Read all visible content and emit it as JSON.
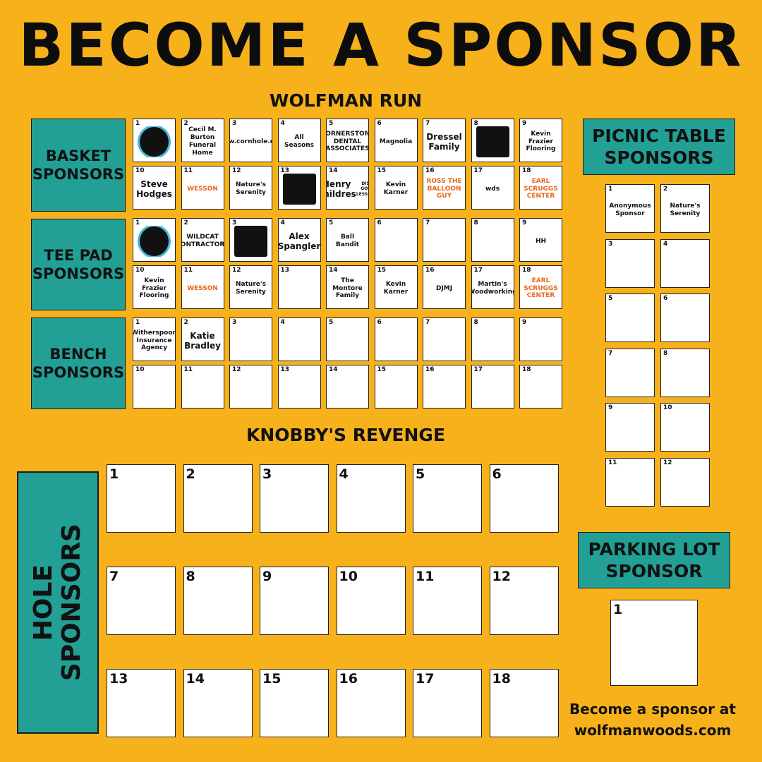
{
  "header": {
    "title": "BECOME A SPONSOR"
  },
  "wolfman": {
    "title": "WOLFMAN RUN",
    "basket": {
      "label_line1": "BASKET",
      "label_line2": "SPONSORS",
      "cells": [
        {
          "n": "1",
          "logo": "tiger-circle-logo"
        },
        {
          "n": "2",
          "text": "Cecil M. Burton Funeral Home",
          "logo": "funeral-home-logo"
        },
        {
          "n": "3",
          "text": "www.cornhole.com",
          "logo": "cornhole-logo"
        },
        {
          "n": "4",
          "text": "All Seasons",
          "logo": "all-seasons-logo"
        },
        {
          "n": "5",
          "text": "CORNERSTONE DENTAL ASSOCIATES",
          "logo": "cornerstone-logo"
        },
        {
          "n": "6",
          "text": "Magnolia",
          "logo": "magnolia-logo"
        },
        {
          "n": "7",
          "text": "Dressel Family"
        },
        {
          "n": "8",
          "logo": "truck-logo"
        },
        {
          "n": "9",
          "text": "Kevin Frazier Flooring"
        },
        {
          "n": "10",
          "text": "Steve Hodges"
        },
        {
          "n": "11",
          "text": "WESSON",
          "logo": "wesson-logo"
        },
        {
          "n": "12",
          "text": "Nature's Serenity",
          "logo": "natures-serenity-logo"
        },
        {
          "n": "13",
          "logo": "coffee-logo"
        },
        {
          "n": "14",
          "text": "Henry Childres",
          "sub": "DISC GOLF LESSONS"
        },
        {
          "n": "15",
          "text": "Kevin Karner",
          "logo": "mmc-logo"
        },
        {
          "n": "16",
          "text": "ROSS THE BALLOON GUY",
          "logo": "balloon-logo"
        },
        {
          "n": "17",
          "text": "wds",
          "logo": "wds-logo"
        },
        {
          "n": "18",
          "text": "EARL SCRUGGS CENTER",
          "logo": "earl-scruggs-logo"
        }
      ]
    },
    "teepad": {
      "label_line1": "TEE PAD",
      "label_line2": "SPONSORS",
      "cells": [
        {
          "n": "1",
          "logo": "tiger-circle-logo"
        },
        {
          "n": "2",
          "text": "WILDCAT CONTRACTORS",
          "logo": "wildcat-logo"
        },
        {
          "n": "3",
          "logo": "dark-logo"
        },
        {
          "n": "4",
          "text": "Alex Spangler"
        },
        {
          "n": "5",
          "text": "Ball Bandit",
          "logo": "ball-bandit-logo"
        },
        {
          "n": "6"
        },
        {
          "n": "7"
        },
        {
          "n": "8"
        },
        {
          "n": "9",
          "text": "HH",
          "logo": "hh-logo"
        },
        {
          "n": "10",
          "text": "Kevin Frazier Flooring"
        },
        {
          "n": "11",
          "text": "WESSON",
          "logo": "wesson-logo"
        },
        {
          "n": "12",
          "text": "Nature's Serenity",
          "logo": "natures-serenity-logo"
        },
        {
          "n": "13"
        },
        {
          "n": "14",
          "text": "The Montore Family"
        },
        {
          "n": "15",
          "text": "Kevin Karner",
          "logo": "mmc-logo"
        },
        {
          "n": "16",
          "text": "DJMJ",
          "logo": "djmj-logo"
        },
        {
          "n": "17",
          "text": "Martin's Woodworking"
        },
        {
          "n": "18",
          "text": "EARL SCRUGGS CENTER",
          "logo": "earl-scruggs-logo"
        }
      ]
    },
    "bench": {
      "label_line1": "BENCH",
      "label_line2": "SPONSORS",
      "cells": [
        {
          "n": "1",
          "text": "Witherspoon Insurance Agency"
        },
        {
          "n": "2",
          "text": "Katie Bradley"
        },
        {
          "n": "3"
        },
        {
          "n": "4"
        },
        {
          "n": "5"
        },
        {
          "n": "6"
        },
        {
          "n": "7"
        },
        {
          "n": "8"
        },
        {
          "n": "9"
        },
        {
          "n": "10"
        },
        {
          "n": "11"
        },
        {
          "n": "12"
        },
        {
          "n": "13"
        },
        {
          "n": "14"
        },
        {
          "n": "15"
        },
        {
          "n": "16"
        },
        {
          "n": "17"
        },
        {
          "n": "18"
        }
      ]
    }
  },
  "picnic": {
    "label_line1": "PICNIC TABLE",
    "label_line2": "SPONSORS",
    "cells": [
      {
        "n": "1",
        "text": "Anonymous Sponsor"
      },
      {
        "n": "2",
        "text": "Nature's Serenity",
        "logo": "natures-serenity-logo"
      },
      {
        "n": "3"
      },
      {
        "n": "4"
      },
      {
        "n": "5"
      },
      {
        "n": "6"
      },
      {
        "n": "7"
      },
      {
        "n": "8"
      },
      {
        "n": "9"
      },
      {
        "n": "10"
      },
      {
        "n": "11"
      },
      {
        "n": "12"
      }
    ]
  },
  "parking": {
    "label_line1": "PARKING LOT",
    "label_line2": "SPONSOR",
    "cells": [
      {
        "n": "1"
      }
    ]
  },
  "knobby": {
    "title": "KNOBBY'S REVENGE",
    "hole_label_line1": "HOLE",
    "hole_label_line2": "SPONSORS",
    "cells": [
      "1",
      "2",
      "3",
      "4",
      "5",
      "6",
      "7",
      "8",
      "9",
      "10",
      "11",
      "12",
      "13",
      "14",
      "15",
      "16",
      "17",
      "18"
    ]
  },
  "footer": {
    "line1": "Become a sponsor at",
    "line2": "wolfmanwoods.com"
  },
  "colors": {
    "background": "#F7B21B",
    "teal": "#22A096",
    "ink": "#111111"
  }
}
